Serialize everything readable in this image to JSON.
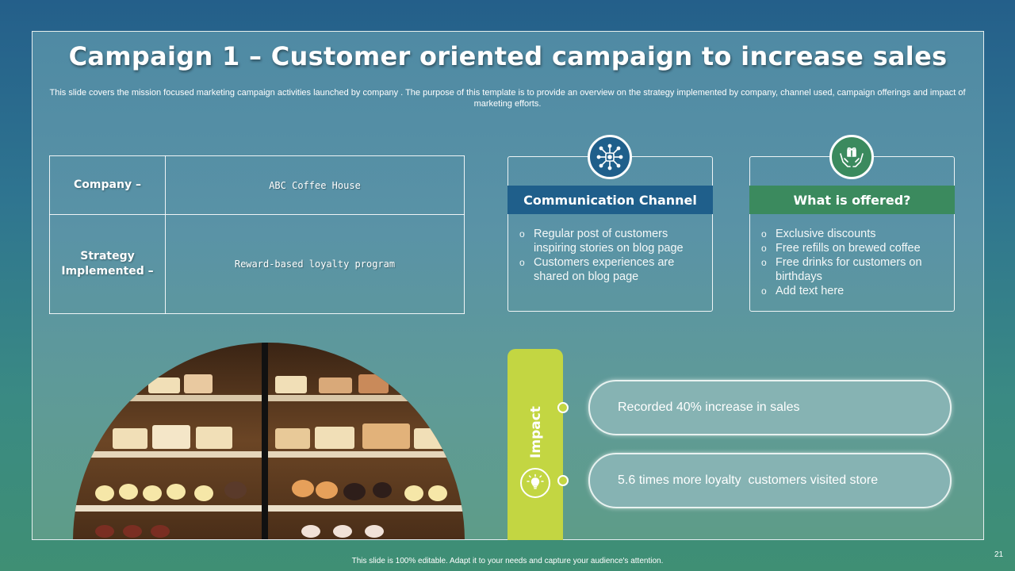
{
  "title": "Campaign 1 – Customer oriented campaign to increase sales",
  "subtitle": "This slide covers the mission focused marketing campaign activities launched by company . The purpose of this template is to provide an overview on the strategy implemented by company, channel used, campaign offerings and impact of marketing efforts.",
  "table": {
    "company_label": "Company –",
    "company_value": "ABC Coffee House",
    "strategy_label": "Strategy Implemented –",
    "strategy_value": "Reward-based loyalty program"
  },
  "communication": {
    "heading": "Communication Channel",
    "items": [
      "Regular post of customers inspiring stories on blog page",
      "Customers experiences are shared on blog page"
    ],
    "icon": "network-icon",
    "color": "#1f5f8b"
  },
  "offered": {
    "heading": "What is offered?",
    "items": [
      "Exclusive discounts",
      "Free refills on brewed coffee",
      "Free drinks for customers on birthdays",
      "Add text here"
    ],
    "icon": "hands-gift-icon",
    "color": "#3b8a5e"
  },
  "impact": {
    "label": "Impact",
    "icon": "lightbulb-icon",
    "items": [
      "Recorded 40% increase in sales",
      "5.6 times more loyalty  customers visited store"
    ],
    "accent": "#c3d642"
  },
  "footer": "This slide is 100% editable. Adapt it to your needs and capture your audience's attention.",
  "page_number": "21"
}
